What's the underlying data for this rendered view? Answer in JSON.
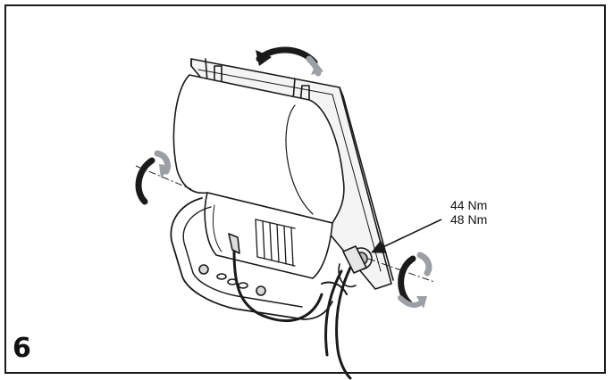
{
  "figure": {
    "step_number": "6",
    "torque_values": [
      "44 Nm",
      "48 Nm"
    ],
    "illustration": "floodlight-adjustment",
    "colors": {
      "line": "#1a1a1a",
      "rotation_arrow_dark": "#1a1a1a",
      "rotation_arrow_light": "#9aa0a6",
      "background": "#ffffff"
    }
  }
}
